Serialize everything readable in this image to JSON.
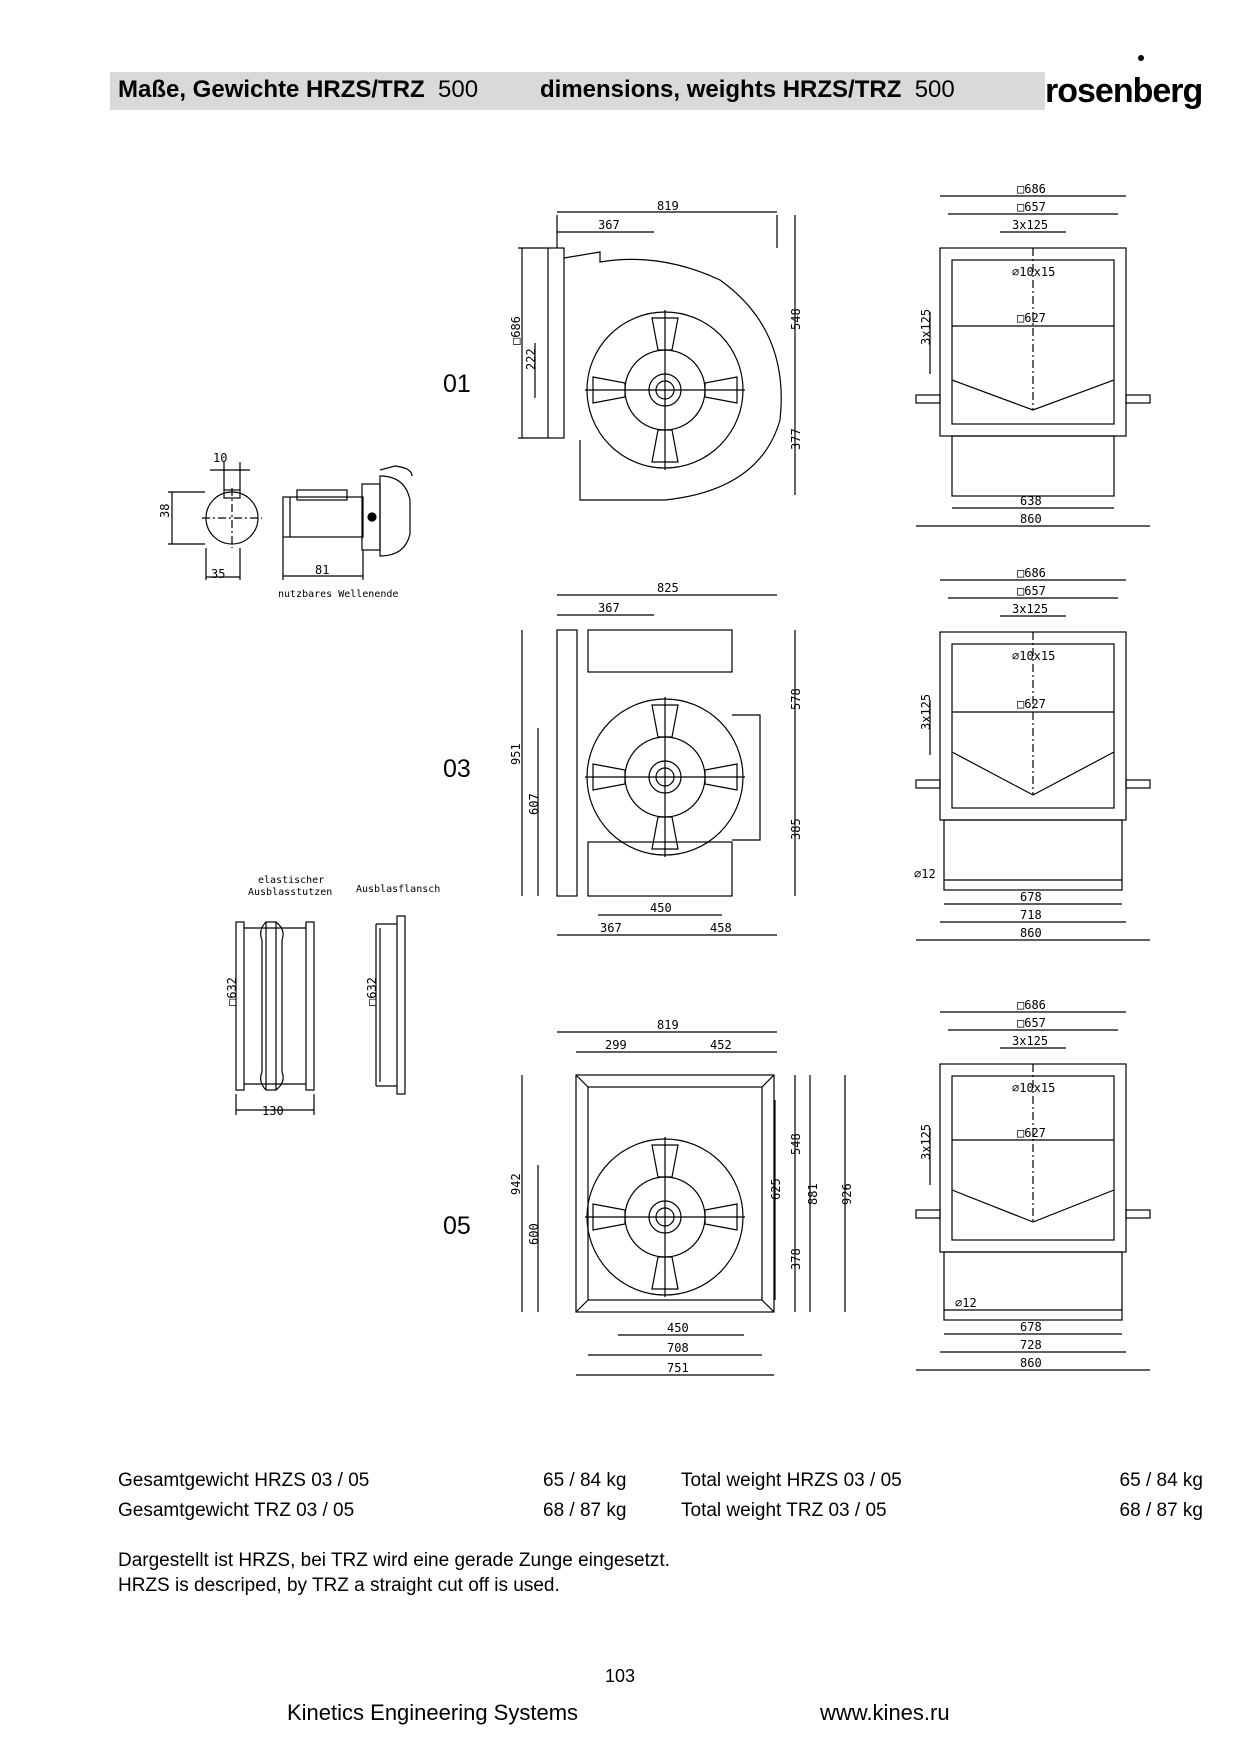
{
  "header": {
    "title_de": "Maße, Gewichte HRZS/TRZ",
    "size_de": "500",
    "title_en": "dimensions, weights HRZS/TRZ",
    "size_en": "500",
    "logo": "rosenberg"
  },
  "variants": [
    "01",
    "03",
    "05"
  ],
  "shaft_drawing": {
    "dim_width": "10",
    "dim_height": "38",
    "dim_dia": "35",
    "dim_length": "81",
    "note": "nutzbares Wellenende"
  },
  "accessories": {
    "elastic_label_1": "elastischer",
    "elastic_label_2": "Ausblasstutzen",
    "flange_label": "Ausblasflansch",
    "elastic_dim": "□632",
    "flange_dim": "□632",
    "length_dim": "130"
  },
  "front_views": [
    {
      "width": "819",
      "offset": "367",
      "height": "□686",
      "axis": "222",
      "upper": "548",
      "lower": "377"
    },
    {
      "width": "825",
      "offset": "367",
      "height": "951",
      "axis": "607",
      "upper": "578",
      "lower": "385",
      "bottom_span": "450",
      "bottom_left": "367",
      "bottom_right": "458"
    },
    {
      "width": "819",
      "left": "299",
      "right": "452",
      "height": "942",
      "axis": "600",
      "upper": "548",
      "lower": "378",
      "inner_1": "625",
      "inner_2": "881",
      "outer": "926",
      "bottom_1": "450",
      "bottom_2": "708",
      "bottom_3": "751"
    }
  ],
  "side_views": [
    {
      "top_1": "□686",
      "top_2": "□657",
      "holes": "3x125",
      "hole_size": "⌀10x15",
      "inner": "□627",
      "side": "3x125",
      "bottom_1": "638",
      "bottom_2": "860"
    },
    {
      "top_1": "□686",
      "top_2": "□657",
      "holes": "3x125",
      "hole_size": "⌀10x15",
      "inner": "□627",
      "side": "3x125",
      "foot_hole": "⌀12",
      "bottom_1": "678",
      "bottom_2": "718",
      "bottom_3": "860"
    },
    {
      "top_1": "□686",
      "top_2": "□657",
      "holes": "3x125",
      "hole_size": "⌀10x15",
      "inner": "□627",
      "side": "3x125",
      "foot_hole": "⌀12",
      "bottom_1": "678",
      "bottom_2": "728",
      "bottom_3": "860"
    }
  ],
  "weights": [
    {
      "label_de": "Gesamtgewicht HRZS 03 / 05",
      "value_de": "65 / 84 kg",
      "label_en": "Total weight HRZS 03 / 05",
      "value_en": "65 / 84 kg"
    },
    {
      "label_de": "Gesamtgewicht TRZ 03 / 05",
      "value_de": "68 / 87 kg",
      "label_en": "Total weight TRZ 03 / 05",
      "value_en": "68 / 87 kg"
    }
  ],
  "note": {
    "de": "Dargestellt ist HRZS, bei TRZ wird eine gerade Zunge eingesetzt.",
    "en": "HRZS is descriped, by TRZ a straight cut off is used."
  },
  "footer": {
    "page": "103",
    "company": "Kinetics Engineering Systems",
    "url": "www.kines.ru"
  }
}
